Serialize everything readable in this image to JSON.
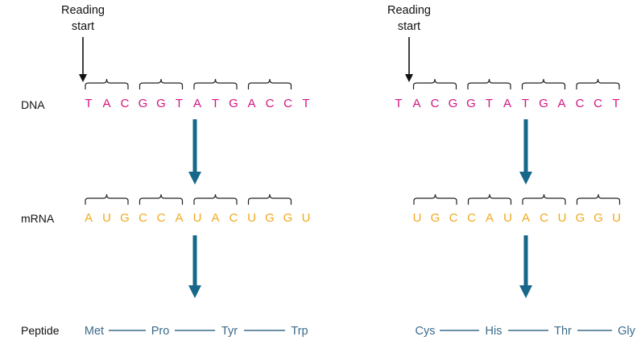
{
  "row_labels": {
    "dna": "DNA",
    "mrna": "mRNA",
    "peptide": "Peptide"
  },
  "colors": {
    "dna": "#d4147f",
    "mrna": "#f0a81c",
    "peptide": "#3a6a8a",
    "arrow": "#17678a",
    "bracket": "#222222",
    "text": "#111111"
  },
  "panels": [
    {
      "reading_start": [
        "Reading",
        "start"
      ],
      "dna": [
        "T",
        "A",
        "C",
        "G",
        "G",
        "T",
        "A",
        "T",
        "G",
        "A",
        "C",
        "C",
        "T"
      ],
      "mrna": [
        "A",
        "U",
        "G",
        "C",
        "C",
        "A",
        "U",
        "A",
        "C",
        "U",
        "G",
        "G",
        "U"
      ],
      "peptide": [
        "Met",
        "Pro",
        "Tyr",
        "Trp"
      ]
    },
    {
      "reading_start": [
        "Reading",
        "start"
      ],
      "dna": [
        "T",
        "A",
        "C",
        "G",
        "G",
        "T",
        "A",
        "T",
        "G",
        "A",
        "C",
        "C",
        "T"
      ],
      "mrna": [
        "U",
        "G",
        "C",
        "C",
        "A",
        "U",
        "A",
        "C",
        "U",
        "G",
        "G",
        "U"
      ],
      "peptide": [
        "Cys",
        "His",
        "Thr",
        "Gly"
      ]
    }
  ]
}
